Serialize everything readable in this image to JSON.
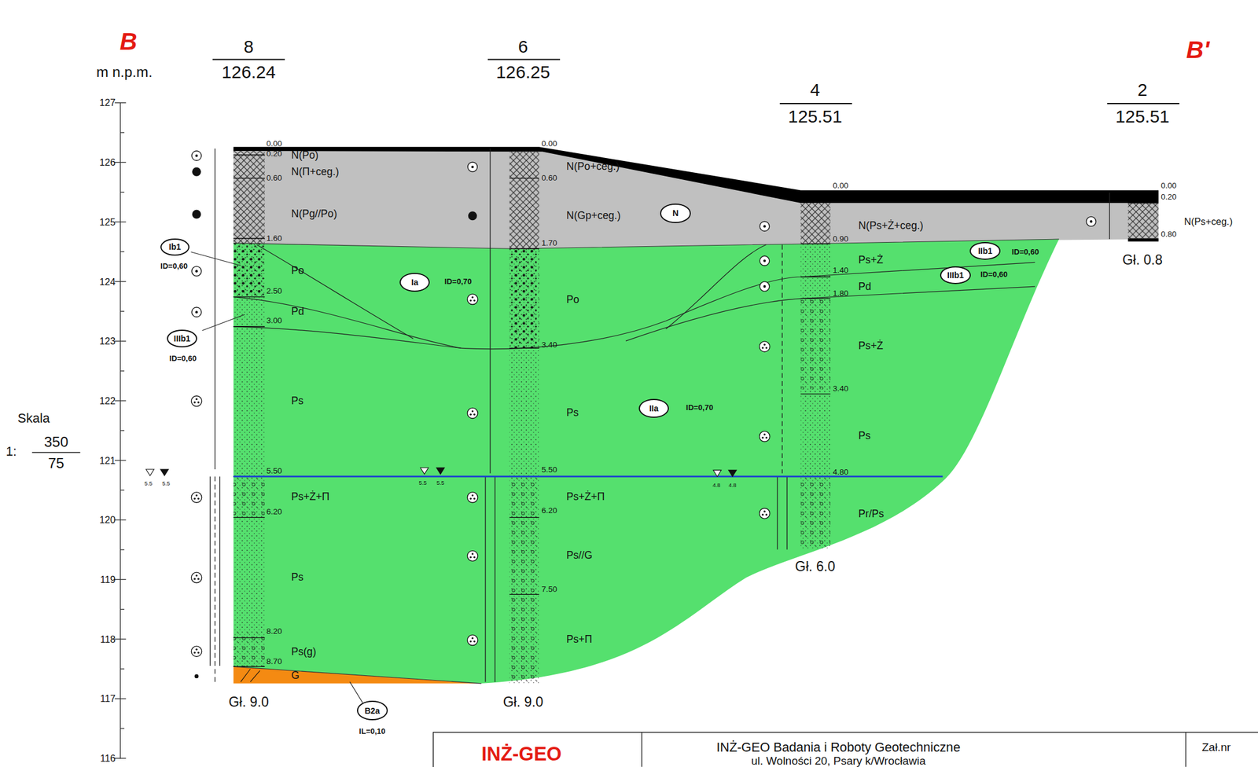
{
  "diagram": {
    "nodes": [
      {
        "text": [
          "Ib1",
          "ID=0,60"
        ]
      },
      {
        "text": [
          "IIIb1",
          "ID=0,60"
        ]
      },
      {
        "text": [
          "Ia",
          "ID=0,70"
        ]
      },
      {
        "text": [
          "N"
        ]
      },
      {
        "text": [
          "IIa",
          "ID=0,70"
        ]
      },
      {
        "text": [
          "IIb1",
          "ID=0,60"
        ]
      },
      {
        "text": [
          "IIIb1",
          "ID=0,60"
        ]
      },
      {
        "text": [
          "B2a",
          "IL=0,10"
        ]
      }
    ],
    "labels": [
      "B",
      "B'",
      "m n.p.m.",
      "8",
      "126.24",
      "6",
      "126.25",
      "4",
      "125.51",
      "2",
      "125.51",
      "127",
      "126",
      "125",
      "124",
      "123",
      "122",
      "121",
      "120",
      "119",
      "118",
      "117",
      "116",
      "Skala",
      "1:",
      "350",
      "75",
      "0.00",
      "0.20",
      "0.60",
      "1.60",
      "2.50",
      "3.00",
      "5.50",
      "6.20",
      "8.20",
      "8.70",
      "N(Po)",
      "N(Π+ceg.)",
      "N(Pg//Po)",
      "Po",
      "Pd",
      "Ps",
      "Ps+Ż+Π",
      "Ps",
      "Ps(g)",
      "G",
      "Gł. 9.0",
      "0.00",
      "0.60",
      "1.70",
      "3.40",
      "5.50",
      "6.20",
      "7.50",
      "N(Po+ceg.)",
      "N(Gp+ceg.)",
      "Po",
      "Ps",
      "Ps+Ż+Π",
      "Ps//G",
      "Ps+Π",
      "Gł. 9.0",
      "0.00",
      "0.90",
      "1.40",
      "1.80",
      "3.40",
      "4.80",
      "N(Ps+Ż+ceg.)",
      "Ps+Ż",
      "Pd",
      "Ps+Ż",
      "Ps",
      "Pr/Ps",
      "Gł. 6.0",
      "0.00",
      "0.20",
      "0.80",
      "N(Ps+ceg.)",
      "Gł. 0.8",
      "5.5",
      "5.5",
      "5.5",
      "5.5",
      "4.8",
      "4.8",
      "INŻ-GEO",
      "INŻ-GEO Badania i Roboty Geotechniczne",
      "ul. Wolności 20, Psary k/Wrocławia",
      "Zał.nr"
    ]
  }
}
